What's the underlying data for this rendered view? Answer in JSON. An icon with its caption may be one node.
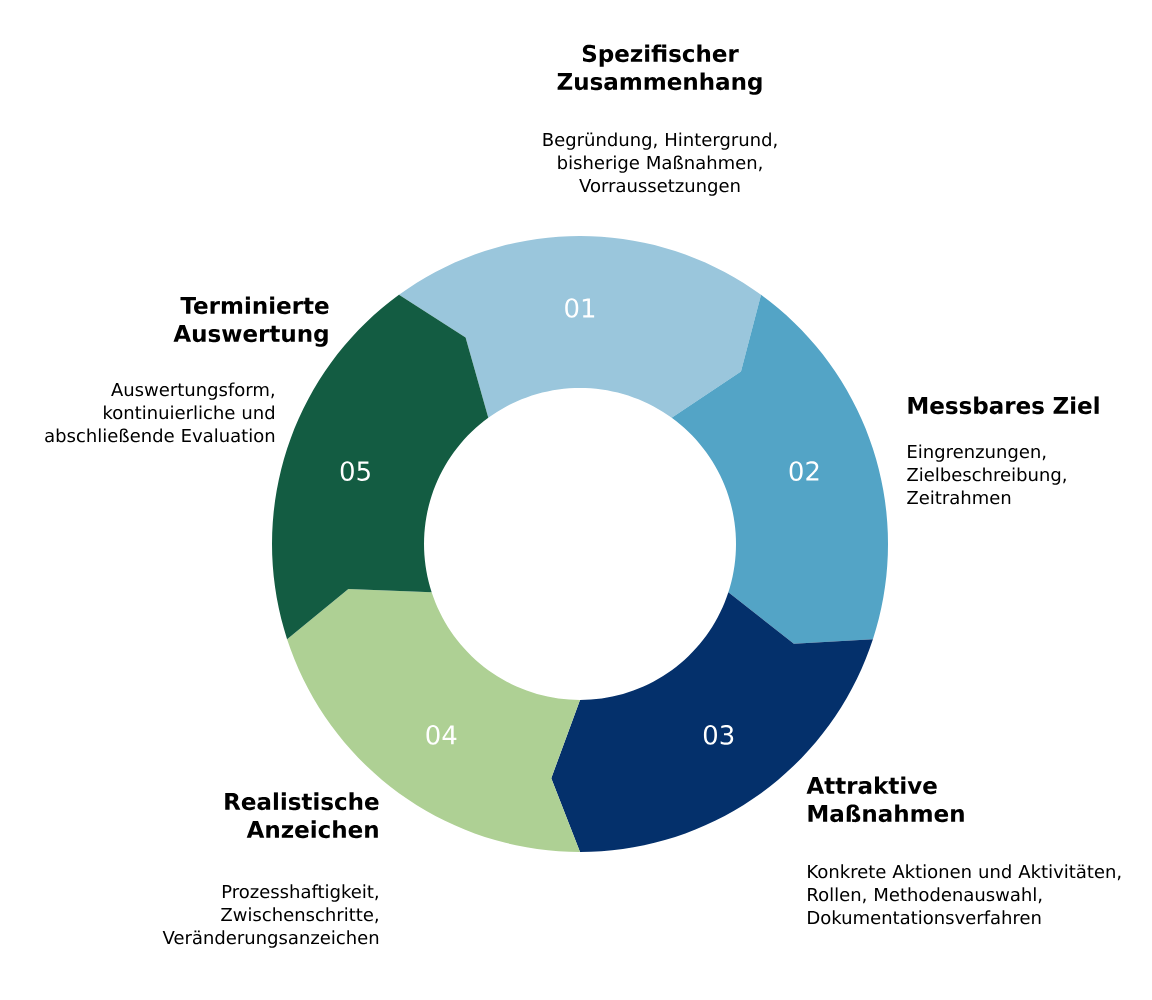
{
  "diagram": {
    "nodes": [
      {
        "text": [
          "01"
        ],
        "beside": [
          "Spezifischer Zusammenhang",
          "Begründung, Hintergrund, bisherige Maßnahmen, Vorraussetzungen"
        ]
      },
      {
        "text": [
          "02"
        ],
        "beside": [
          "Messbares Ziel",
          "Eingrenzungen, Zielbeschreibung, Zeitrahmen"
        ]
      },
      {
        "text": [
          "03"
        ],
        "beside": [
          "Attraktive Maßnahmen",
          "Konkrete Aktionen und Aktivitäten, Rollen, Methodenauswahl, Dokumentationsverfahren"
        ]
      },
      {
        "text": [
          "04"
        ],
        "beside": [
          "Realistische Anzeichen",
          "Prozesshaftigkeit, Zwischenschritte, Veränderungsanzeichen"
        ]
      },
      {
        "text": [
          "05"
        ],
        "beside": [
          "Terminierte Auswertung",
          "Auswertungsform, kontinuierliche und abschließende Evaluation"
        ]
      }
    ]
  }
}
